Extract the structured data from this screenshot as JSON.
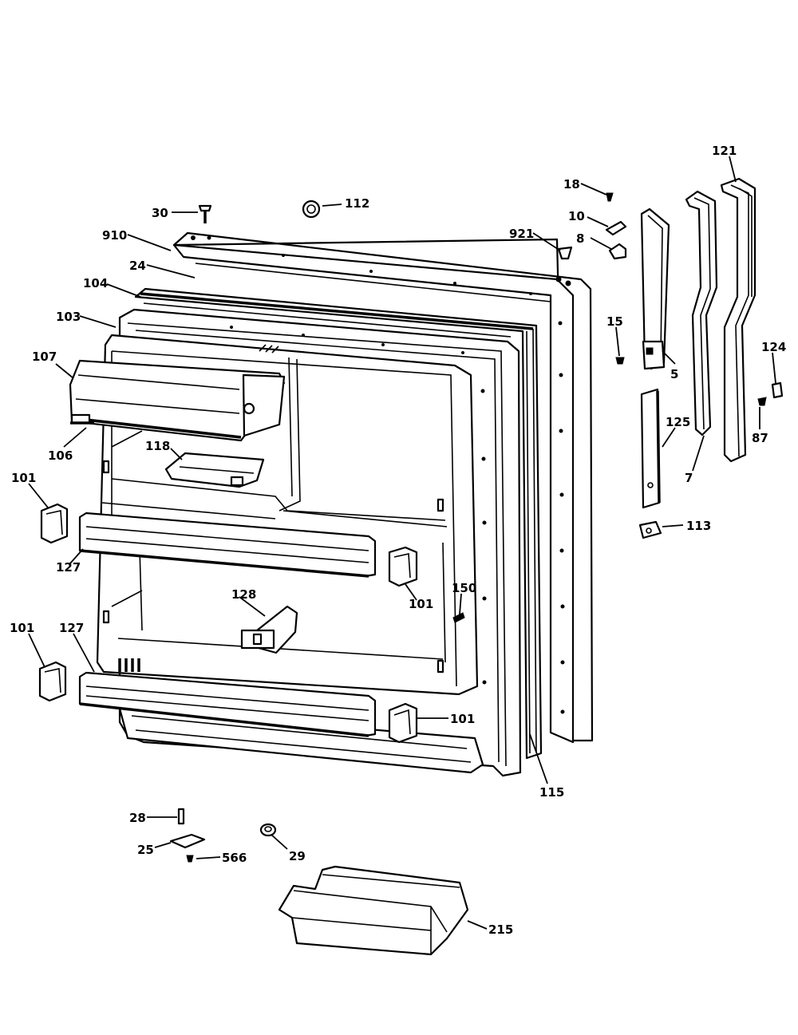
{
  "labels": {
    "l30": "30",
    "l112": "112",
    "l910": "910",
    "l24": "24",
    "l104": "104",
    "l103": "103",
    "l107": "107",
    "l106": "106",
    "l118": "118",
    "l101a": "101",
    "l127a": "127",
    "l101b": "101",
    "l150": "150",
    "l128": "128",
    "l101c": "101",
    "l127b": "127",
    "l101d": "101",
    "l115": "115",
    "l18": "18",
    "l10": "10",
    "l921": "921",
    "l8": "8",
    "l15": "15",
    "l5": "5",
    "l121": "121",
    "l124": "124",
    "l87": "87",
    "l125": "125",
    "l7": "7",
    "l113": "113",
    "l28": "28",
    "l25": "25",
    "l566": "566",
    "l29": "29",
    "l215": "215"
  }
}
